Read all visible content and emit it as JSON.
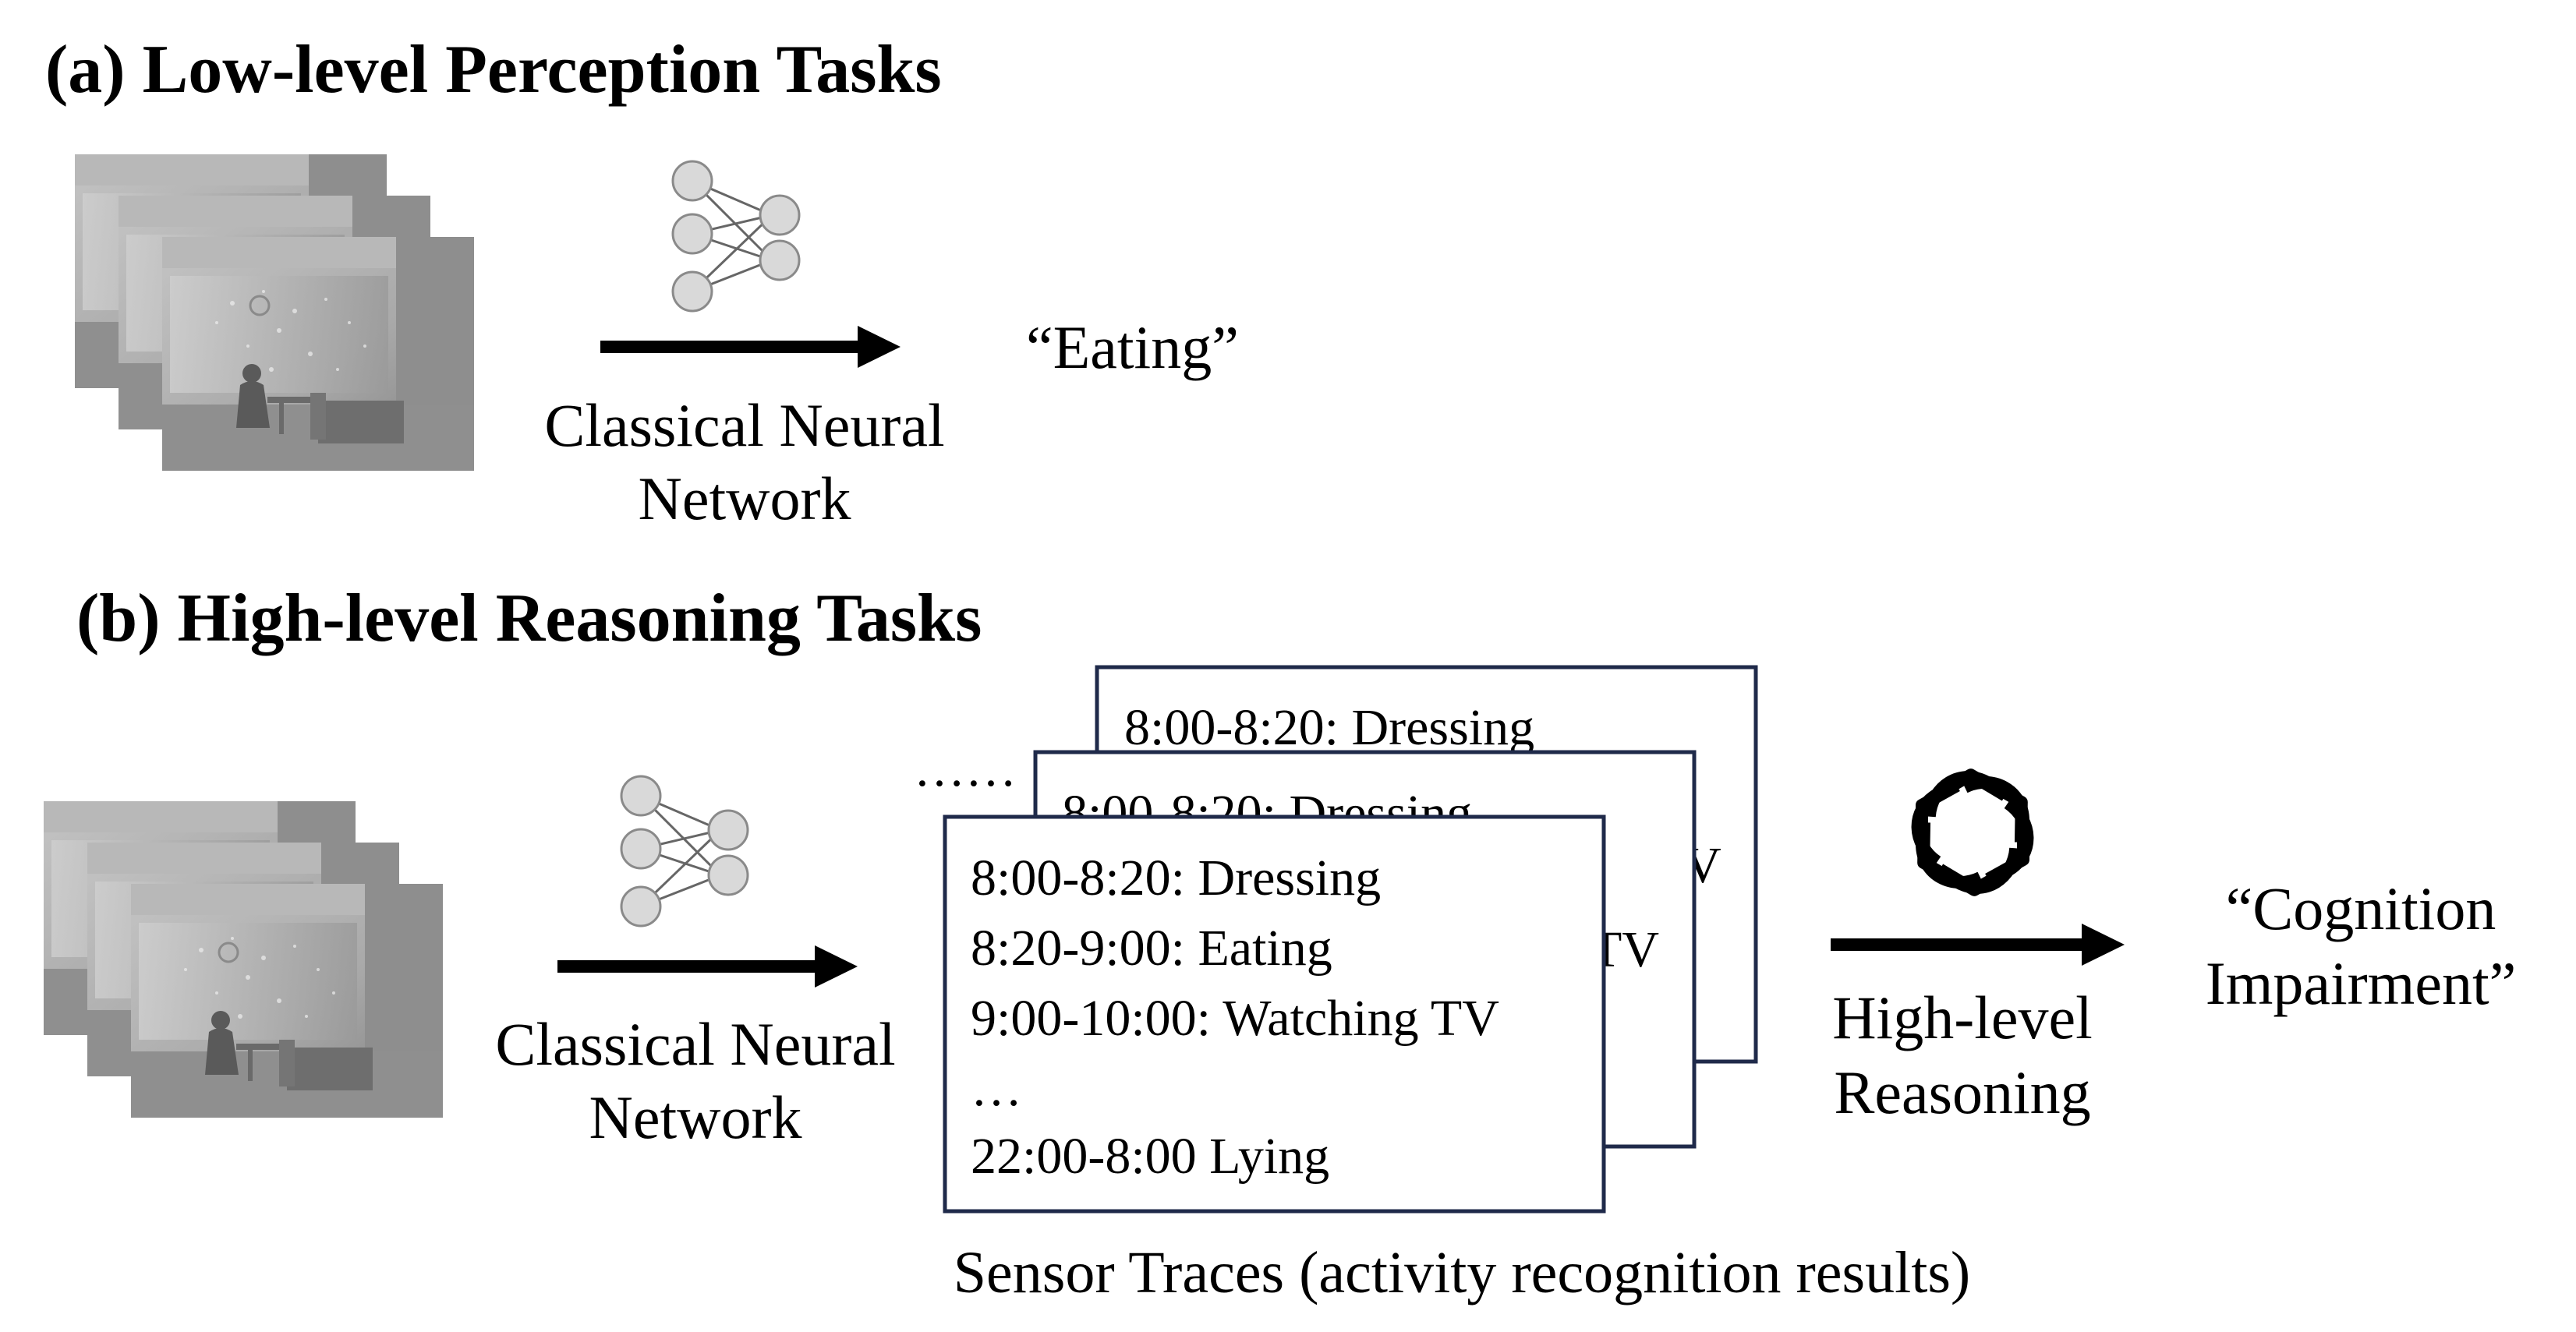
{
  "section_a": {
    "heading": "(a) Low-level Perception Tasks",
    "model_label_line1": "Classical Neural",
    "model_label_line2": "Network",
    "output": "“Eating”"
  },
  "section_b": {
    "heading": "(b) High-level Reasoning Tasks",
    "model_label_line1": "Classical Neural",
    "model_label_line2": "Network",
    "ellipsis": "……",
    "trace_lines": [
      "8:00-8:20: Dressing",
      "8:20-9:00: Eating",
      "9:00-10:00: Watching TV",
      "…",
      "22:00-8:00 Lying"
    ],
    "back_card_fragment": "V",
    "middle_card_fragment": "TV",
    "traces_caption": "Sensor Traces (activity recognition results)",
    "reasoning_label_line1": "High-level",
    "reasoning_label_line2": "Reasoning",
    "output_line1": "“Cognition",
    "output_line2": "Impairment”"
  },
  "colors": {
    "card_border": "#1f2a4a",
    "arrow": "#000000",
    "node_fill": "#d9d9d9",
    "node_stroke": "#8a8a8a"
  },
  "icons": [
    "neural-network-icon",
    "openai-logo-icon",
    "depth-image-frame"
  ]
}
